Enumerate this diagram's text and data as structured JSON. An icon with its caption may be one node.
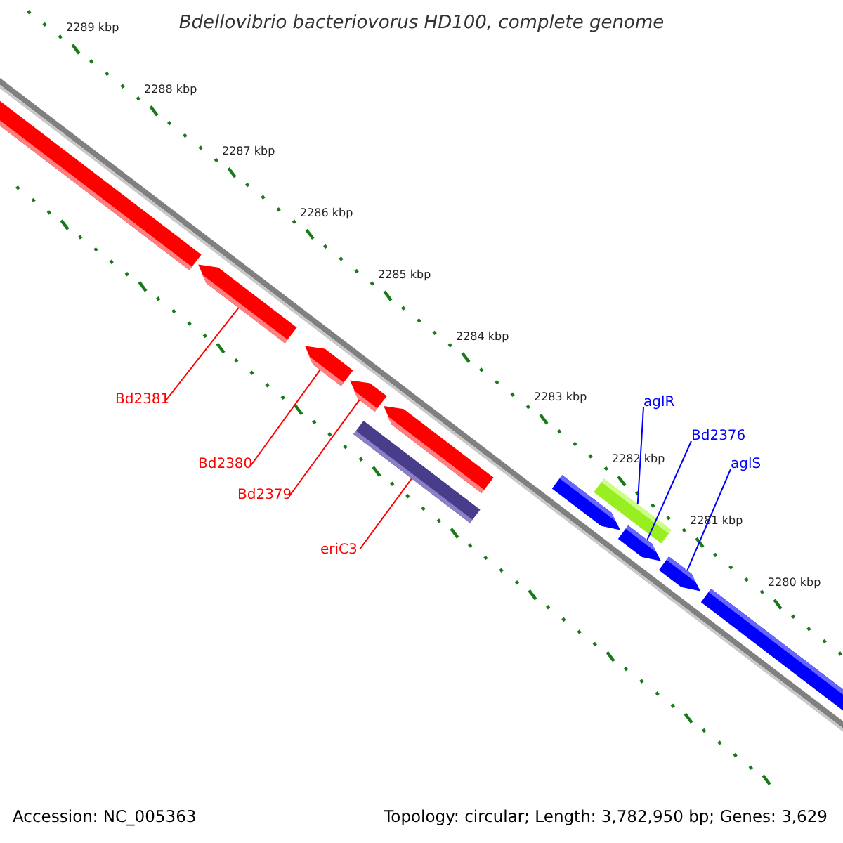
{
  "diagram": {
    "title": "Bdellovibrio bacteriovorus HD100, complete genome",
    "nodes": [
      {
        "text": [],
        "shape": "arrow"
      },
      {
        "text": [],
        "shape": "arrow"
      },
      {
        "text": [],
        "shape": "arrow"
      },
      {
        "text": [],
        "shape": "arrow"
      },
      {
        "text": [],
        "shape": "arrow"
      },
      {
        "text": [],
        "shape": "bar"
      },
      {
        "text": [],
        "shape": "bar"
      },
      {
        "text": [],
        "shape": "arrow"
      },
      {
        "text": [],
        "shape": "arrow"
      },
      {
        "text": [],
        "shape": "arrow"
      },
      {
        "text": [],
        "shape": "arrow"
      },
      {
        "text": [
          "Bd2381"
        ]
      },
      {
        "text": [
          "Bd2380"
        ]
      },
      {
        "text": [
          "Bd2379"
        ]
      },
      {
        "text": [
          "eriC3"
        ]
      },
      {
        "text": [
          "aglR"
        ]
      },
      {
        "text": [
          "Bd2376"
        ]
      },
      {
        "text": [
          "aglS"
        ]
      }
    ],
    "edges": [
      {
        "from": 11,
        "to": 1,
        "arrow": "none"
      },
      {
        "from": 12,
        "to": 2,
        "arrow": "none"
      },
      {
        "from": 13,
        "to": 3,
        "arrow": "none"
      },
      {
        "from": 14,
        "to": 5,
        "arrow": "none"
      },
      {
        "from": 15,
        "to": 6,
        "arrow": "none",
        "color": "#0000ff"
      },
      {
        "from": 16,
        "to": 8,
        "arrow": "none",
        "color": "#0000ff"
      },
      {
        "from": 17,
        "to": 9,
        "arrow": "none",
        "color": "#0000ff"
      }
    ],
    "labels": [
      "2289 kbp",
      "2288 kbp",
      "2287 kbp",
      "2286 kbp",
      "2285 kbp",
      "2284 kbp",
      "2283 kbp",
      "2282 kbp",
      "2281 kbp",
      "2280 kbp",
      "Accession: NC_005363",
      "Topology: circular; Length: 3,782,950 bp; Genes: 3,629"
    ]
  }
}
